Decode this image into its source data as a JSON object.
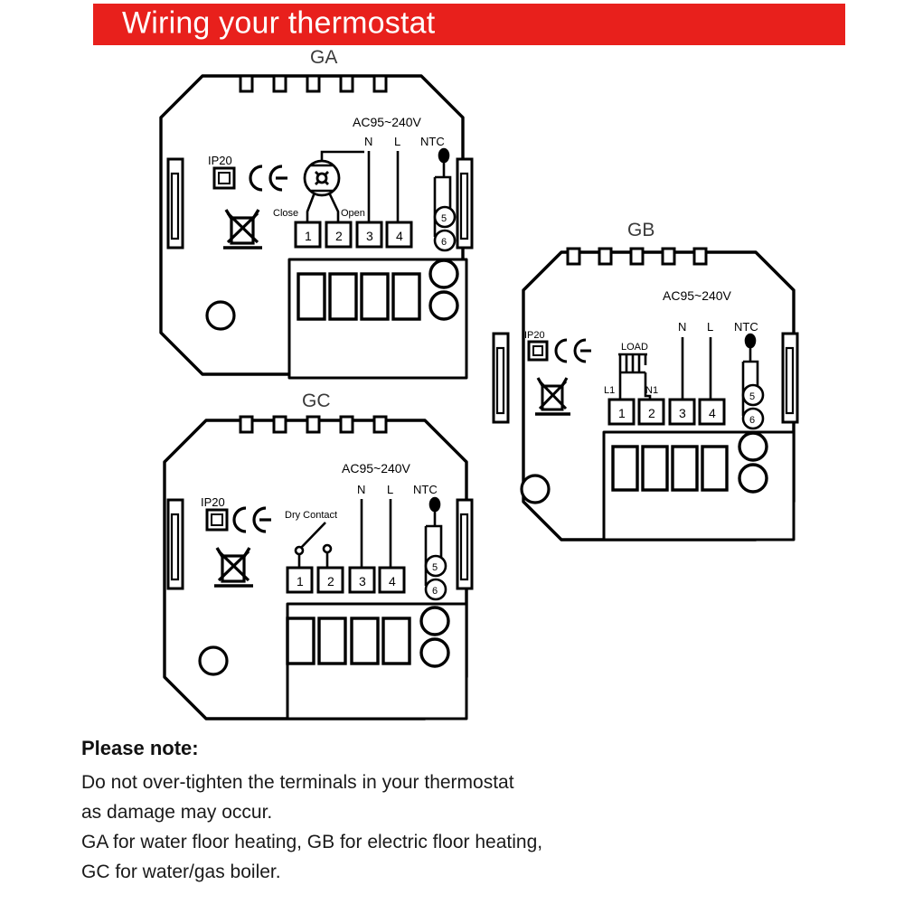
{
  "header": {
    "title": "Wiring your thermostat",
    "banner_color": "#e8201c",
    "text_color": "#ffffff"
  },
  "diagrams": [
    {
      "id": "GA",
      "caption": "GA",
      "supply_label": "AC95~240V",
      "rating_label": "IP20",
      "marks": [
        "ce-mark",
        "weee-crossed-bin",
        "class-ii-square"
      ],
      "sensor_label": "NTC",
      "device_label": "",
      "wire_labels": [
        "N",
        "L"
      ],
      "action_labels": [
        "Close",
        "Open"
      ],
      "terminals": [
        "1",
        "2",
        "3",
        "4"
      ],
      "sensor_terminals": [
        "5",
        "6"
      ],
      "symbol": "motorised-valve-actuator"
    },
    {
      "id": "GB",
      "caption": "GB",
      "supply_label": "AC95~240V",
      "rating_label": "IP20",
      "marks": [
        "ce-mark",
        "weee-crossed-bin",
        "class-ii-square"
      ],
      "sensor_label": "NTC",
      "device_label": "LOAD",
      "wire_labels": [
        "N",
        "L"
      ],
      "action_labels": [
        "L1",
        "N1"
      ],
      "terminals": [
        "1",
        "2",
        "3",
        "4"
      ],
      "sensor_terminals": [
        "5",
        "6"
      ],
      "symbol": "heating-element-load"
    },
    {
      "id": "GC",
      "caption": "GC",
      "supply_label": "AC95~240V",
      "rating_label": "IP20",
      "marks": [
        "ce-mark",
        "weee-crossed-bin",
        "class-ii-square"
      ],
      "sensor_label": "NTC",
      "device_label": "Dry Contact",
      "wire_labels": [
        "N",
        "L"
      ],
      "action_labels": [],
      "terminals": [
        "1",
        "2",
        "3",
        "4"
      ],
      "sensor_terminals": [
        "5",
        "6"
      ],
      "symbol": "dry-contact-switch"
    }
  ],
  "note": {
    "heading": "Please note:",
    "lines": [
      "Do not over-tighten the terminals in your thermostat",
      "as damage may occur.",
      "GA for water floor heating, GB for electric floor heating,",
      "GC for water/gas boiler."
    ]
  }
}
